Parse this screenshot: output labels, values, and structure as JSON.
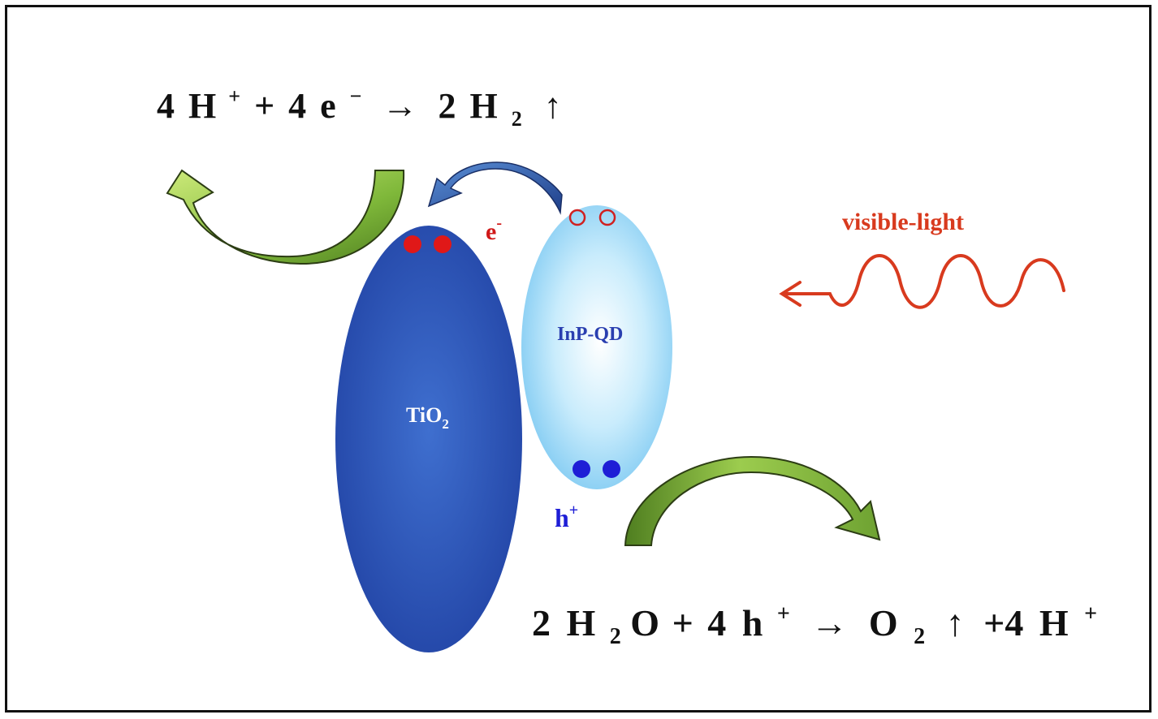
{
  "reactions": {
    "reduction": {
      "c1": "4",
      "s1": "H",
      "sup1": "+",
      "op1": "+",
      "c2": "4",
      "s2": "e",
      "sup2": "−",
      "arrow": "→",
      "c3": "2",
      "s3": "H",
      "sub3": "2",
      "gas": "↑"
    },
    "oxidation": {
      "c1": "2",
      "s1a": "H",
      "sub1": "2",
      "s1b": "O",
      "op1": "+",
      "c2": "4",
      "s2": "h",
      "sup2": "+",
      "arrow": "→",
      "s3": "O",
      "sub3": "2",
      "gas": "↑",
      "op2": "+4",
      "s4": "H",
      "sup4": "+"
    }
  },
  "labels": {
    "tio2_main": "TiO",
    "tio2_sub": "2",
    "inp": "InP-QD",
    "electron_main": "e",
    "electron_sup": "-",
    "hole_main": "h",
    "hole_sup": "+",
    "light": "visible-light"
  },
  "colors": {
    "tio2": "#2e5cc0",
    "inp": "#aee0fb",
    "electron": "#e01818",
    "hole": "#2020d8",
    "light": "#d83a1e",
    "green_arrow": "#7fb83a",
    "blue_arrow": "#2f5fb0"
  },
  "icons": [
    "green-curved-arrow",
    "blue-curved-arrow",
    "wave-arrow"
  ]
}
